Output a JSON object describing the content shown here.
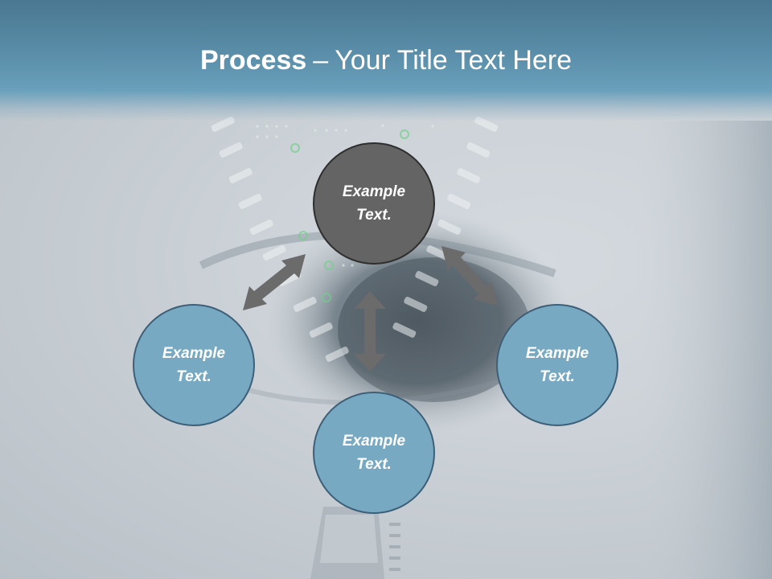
{
  "slide": {
    "title_bold": "Process",
    "title_dash": "–",
    "title_rest": "Your Title Text Here"
  },
  "nodes": {
    "top": {
      "line1": "Example",
      "line2": "Text."
    },
    "left": {
      "line1": "Example",
      "line2": "Text."
    },
    "right": {
      "line1": "Example",
      "line2": "Text."
    },
    "bottom": {
      "line1": "Example",
      "line2": "Text."
    }
  },
  "colors": {
    "header": "#5a8ea9",
    "node_blue": "#78a9c3",
    "node_dark": "#646464",
    "arrow": "#6b6b6b"
  },
  "icons": [
    "double-arrow-icon"
  ]
}
